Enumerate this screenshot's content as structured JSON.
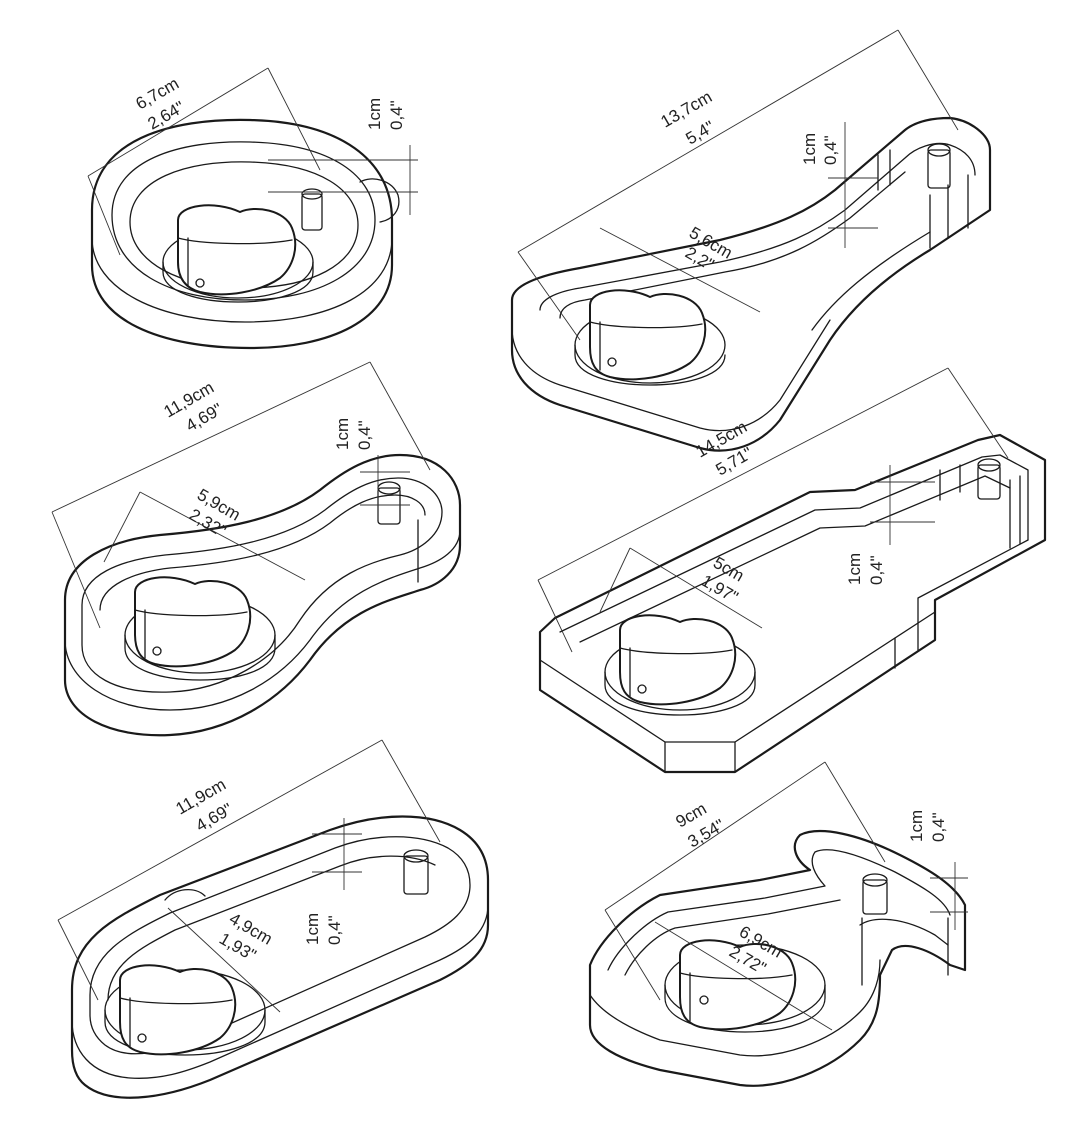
{
  "figures": [
    {
      "id": "round",
      "dims": [
        {
          "cm": "6,7cm",
          "inch": "2,64\""
        },
        {
          "cm": "1cm",
          "inch": "0,4\""
        }
      ]
    },
    {
      "id": "bottle-long",
      "dims": [
        {
          "cm": "13,7cm",
          "inch": "5,4\""
        },
        {
          "cm": "1cm",
          "inch": "0,4\""
        },
        {
          "cm": "5,6cm",
          "inch": "2,2\""
        }
      ]
    },
    {
      "id": "paddle",
      "dims": [
        {
          "cm": "11,9cm",
          "inch": "4,69\""
        },
        {
          "cm": "1cm",
          "inch": "0,4\""
        },
        {
          "cm": "5,9cm",
          "inch": "2,32\""
        }
      ]
    },
    {
      "id": "bottle-square",
      "dims": [
        {
          "cm": "14,5cm",
          "inch": "5,71\""
        },
        {
          "cm": "1cm",
          "inch": "0,4\""
        },
        {
          "cm": "5cm",
          "inch": "1,97\""
        }
      ]
    },
    {
      "id": "oval",
      "dims": [
        {
          "cm": "11,9cm",
          "inch": "4,69\""
        },
        {
          "cm": "1cm",
          "inch": "0,4\""
        },
        {
          "cm": "4,9cm",
          "inch": "1,93\""
        }
      ]
    },
    {
      "id": "bottle-short",
      "dims": [
        {
          "cm": "9cm",
          "inch": "3,54\""
        },
        {
          "cm": "1cm",
          "inch": "0,4\""
        },
        {
          "cm": "6,9cm",
          "inch": "2,72\""
        }
      ]
    }
  ]
}
